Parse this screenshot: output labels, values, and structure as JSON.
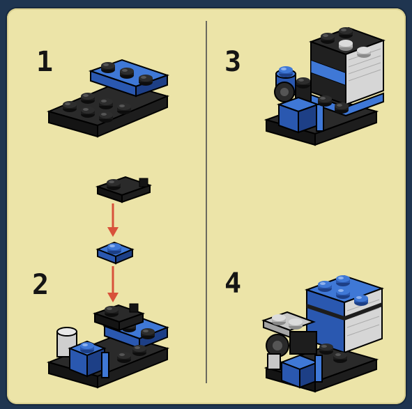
{
  "steps": [
    {
      "number": "1"
    },
    {
      "number": "2"
    },
    {
      "number": "3"
    },
    {
      "number": "4"
    }
  ],
  "colors": {
    "background": "#1f3550",
    "sheet": "#ece4a8",
    "brick_black": "#1e1e1e",
    "brick_blue": "#3f78d6",
    "brick_gray": "#d6d6d6",
    "arrow": "#d8513a",
    "divider": "#6b6a5e"
  }
}
